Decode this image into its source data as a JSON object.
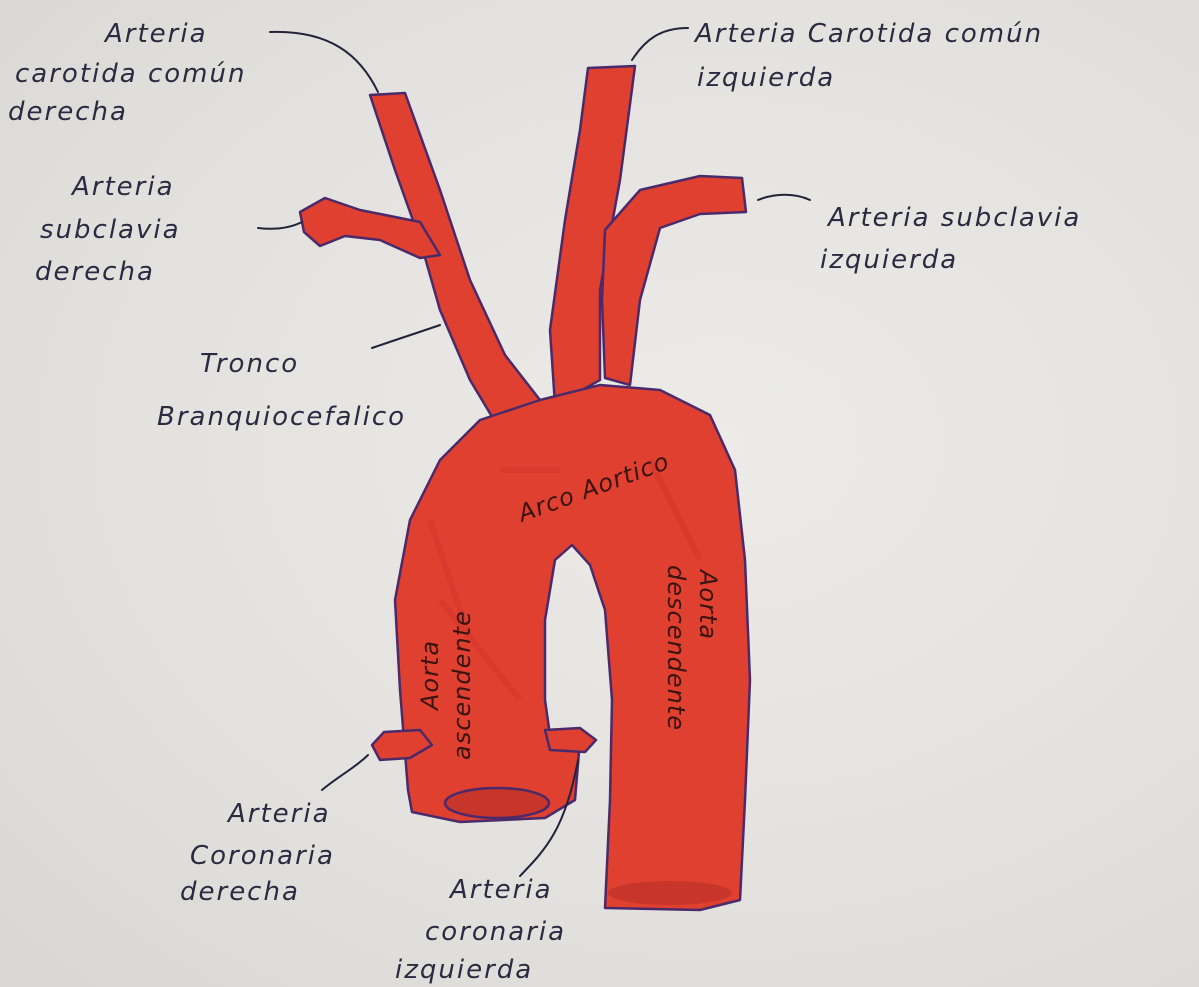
{
  "colors": {
    "paper": "#e6e4e1",
    "vessel": "#e04030",
    "outline": "#4a2a6a",
    "ink": "#2a2a40"
  },
  "labels": {
    "carotida_derecha": [
      "Arteria",
      "carotida común",
      "derecha"
    ],
    "carotida_izquierda": [
      "Arteria Carotida común",
      "izquierda"
    ],
    "subclavia_derecha": [
      "Arteria",
      "subclavia",
      "derecha"
    ],
    "subclavia_izquierda": [
      "Arteria subclavia",
      "izquierda"
    ],
    "tronco": [
      "Tronco",
      "Branquiocefalico"
    ],
    "coronaria_derecha": [
      "Arteria",
      "Coronaria",
      "derecha"
    ],
    "coronaria_izquierda": [
      "Arteria",
      "coronaria",
      "izquierda"
    ]
  },
  "inner_labels": {
    "arco": "Arco Aortico",
    "aorta_left": [
      "Aorta",
      "ascendente"
    ],
    "aorta_right": [
      "Aorta",
      "descendente"
    ]
  }
}
